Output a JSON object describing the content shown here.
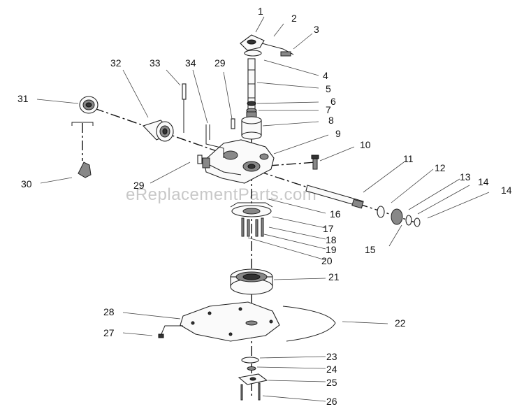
{
  "watermark": "eReplacementParts.com",
  "callouts": [
    "1",
    "2",
    "3",
    "4",
    "5",
    "6",
    "7",
    "8",
    "9",
    "10",
    "11",
    "12",
    "13",
    "14",
    "14",
    "15",
    "16",
    "17",
    "18",
    "19",
    "20",
    "21",
    "22",
    "23",
    "24",
    "25",
    "26",
    "27",
    "28",
    "29",
    "29",
    "30",
    "31",
    "32",
    "33",
    "34"
  ]
}
